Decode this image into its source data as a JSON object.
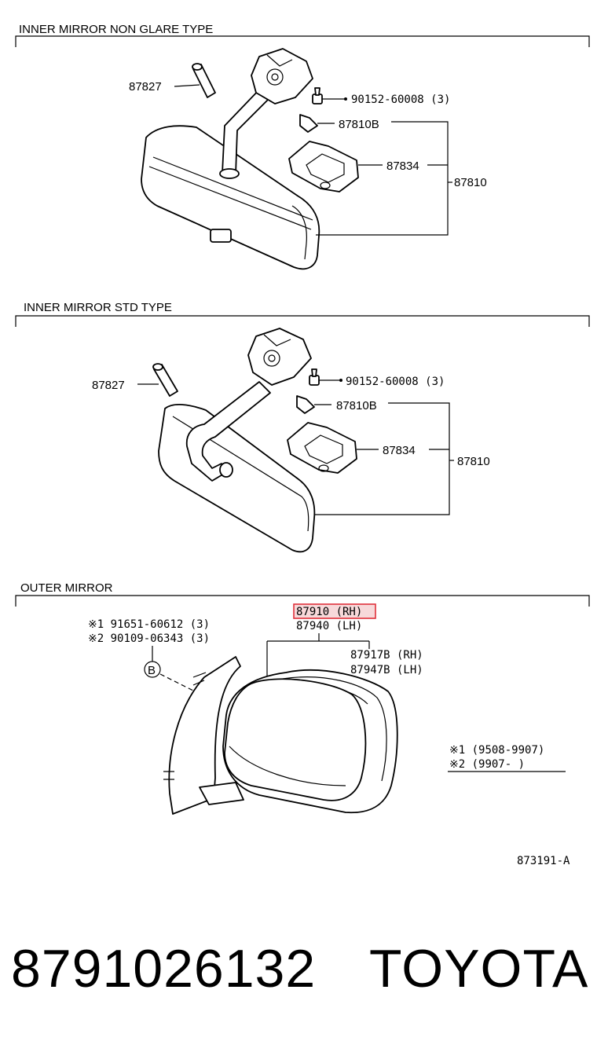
{
  "sections": {
    "nonglare": {
      "title": "INNER MIRROR NON GLARE TYPE",
      "labels": {
        "p87827": "87827",
        "bolt": "90152-60008 (3)",
        "p87810B": "87810B",
        "p87834": "87834",
        "p87810": "87810"
      }
    },
    "std": {
      "title": "INNER MIRROR STD TYPE",
      "labels": {
        "p87827": "87827",
        "bolt": "90152-60008 (3)",
        "p87810B": "87810B",
        "p87834": "87834",
        "p87810": "87810"
      }
    },
    "outer": {
      "title": "OUTER MIRROR",
      "labels": {
        "note1": "※1 91651-60612 (3)",
        "note2": "※2 90109-06343 (3)",
        "b_marker": "B",
        "p87910": "87910 (RH)",
        "p87940": "87940 (LH)",
        "p87917B": "87917B (RH)",
        "p87947B": "87947B (LH)",
        "range1": "※1 (9508-9907)",
        "range2": "※2 (9907-      )"
      }
    }
  },
  "figure_code": "873191-A",
  "footer": {
    "part_number": "8791026132",
    "brand": "TOYOTA"
  },
  "colors": {
    "highlight": "#e0313b",
    "ink": "#000000"
  }
}
